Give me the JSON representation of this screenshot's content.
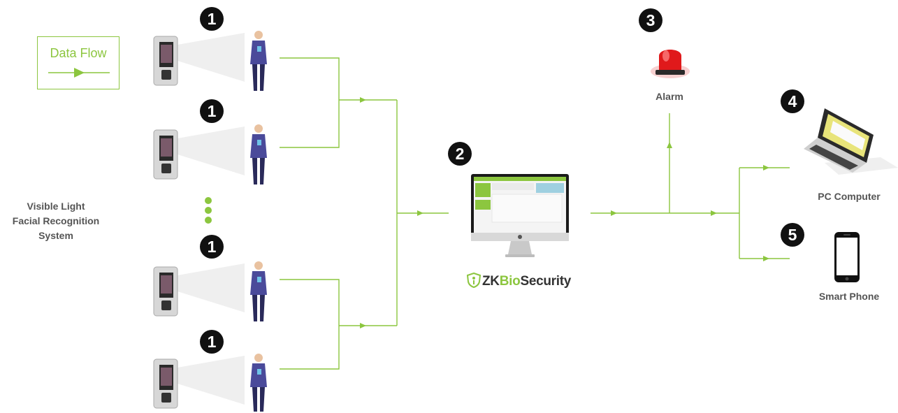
{
  "legend": {
    "label": "Data Flow"
  },
  "system_label": {
    "line1": "Visible Light",
    "line2": "Facial Recognition",
    "line3": "System"
  },
  "step_numbers": {
    "device": "1",
    "server": "2",
    "alarm": "3",
    "pc": "4",
    "phone": "5"
  },
  "brand": {
    "zk": "ZK",
    "bio": "Bio",
    "security": "Security"
  },
  "outputs": {
    "alarm": "Alarm",
    "pc": "PC Computer",
    "phone": "Smart Phone"
  },
  "colors": {
    "flow": "#8cc63f",
    "badge": "#111111",
    "person": "#3a3a7a",
    "alarm": "#e0191b"
  }
}
